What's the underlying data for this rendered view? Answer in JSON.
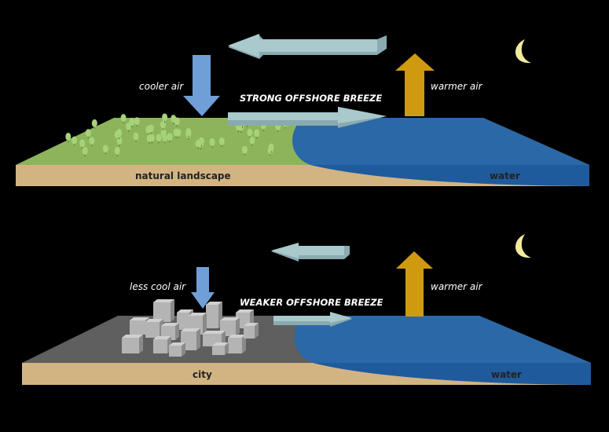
{
  "top_panel": {
    "down_label": "cooler air",
    "breeze_label": "STRONG OFFSHORE BREEZE",
    "up_label": "warmer air",
    "land_label": "natural landscape",
    "water_label": "water"
  },
  "bottom_panel": {
    "down_label": "less cool air",
    "breeze_label": "WEAKER OFFSHORE BREEZE",
    "up_label": "warmer air",
    "land_label": "city",
    "water_label": "water"
  },
  "colors": {
    "background": "#000000",
    "grass": "#8db45a",
    "city": "#5f5f5f",
    "soil": "#d2b483",
    "water_top": "#2b68a8",
    "water_side": "#1f5a9c",
    "breeze_arrow": "#a9c9cc",
    "cool_arrow": "#6f9fd6",
    "warm_arrow": "#d09a10",
    "moon": "#f3eaa0"
  }
}
